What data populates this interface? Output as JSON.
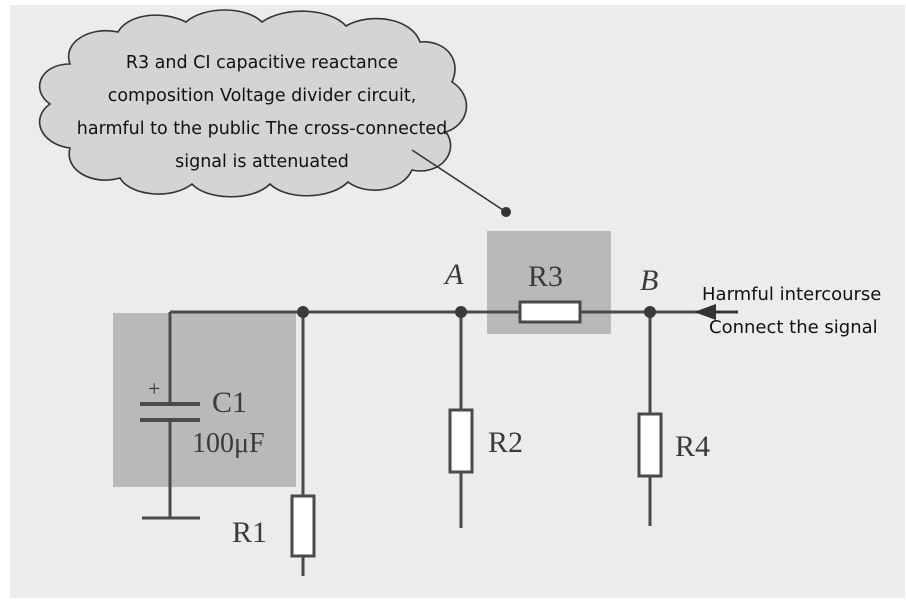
{
  "callout": {
    "lines": [
      "R3 and CI capacitive reactance",
      "composition Voltage divider circuit,",
      "harmful to the public The cross-connected",
      "signal is attenuated"
    ]
  },
  "nodes": {
    "a": "A",
    "b": "B"
  },
  "components": {
    "c1": {
      "name": "C1",
      "value": "100μF",
      "polarity": "+"
    },
    "r1": "R1",
    "r2": "R2",
    "r3": "R3",
    "r4": "R4"
  },
  "input_signal": {
    "line1": "Harmful intercourse",
    "line2": "Connect the signal"
  },
  "colors": {
    "highlight": "#b9b9b9",
    "wire": "#4a4a4a",
    "panel": "#ececec"
  }
}
